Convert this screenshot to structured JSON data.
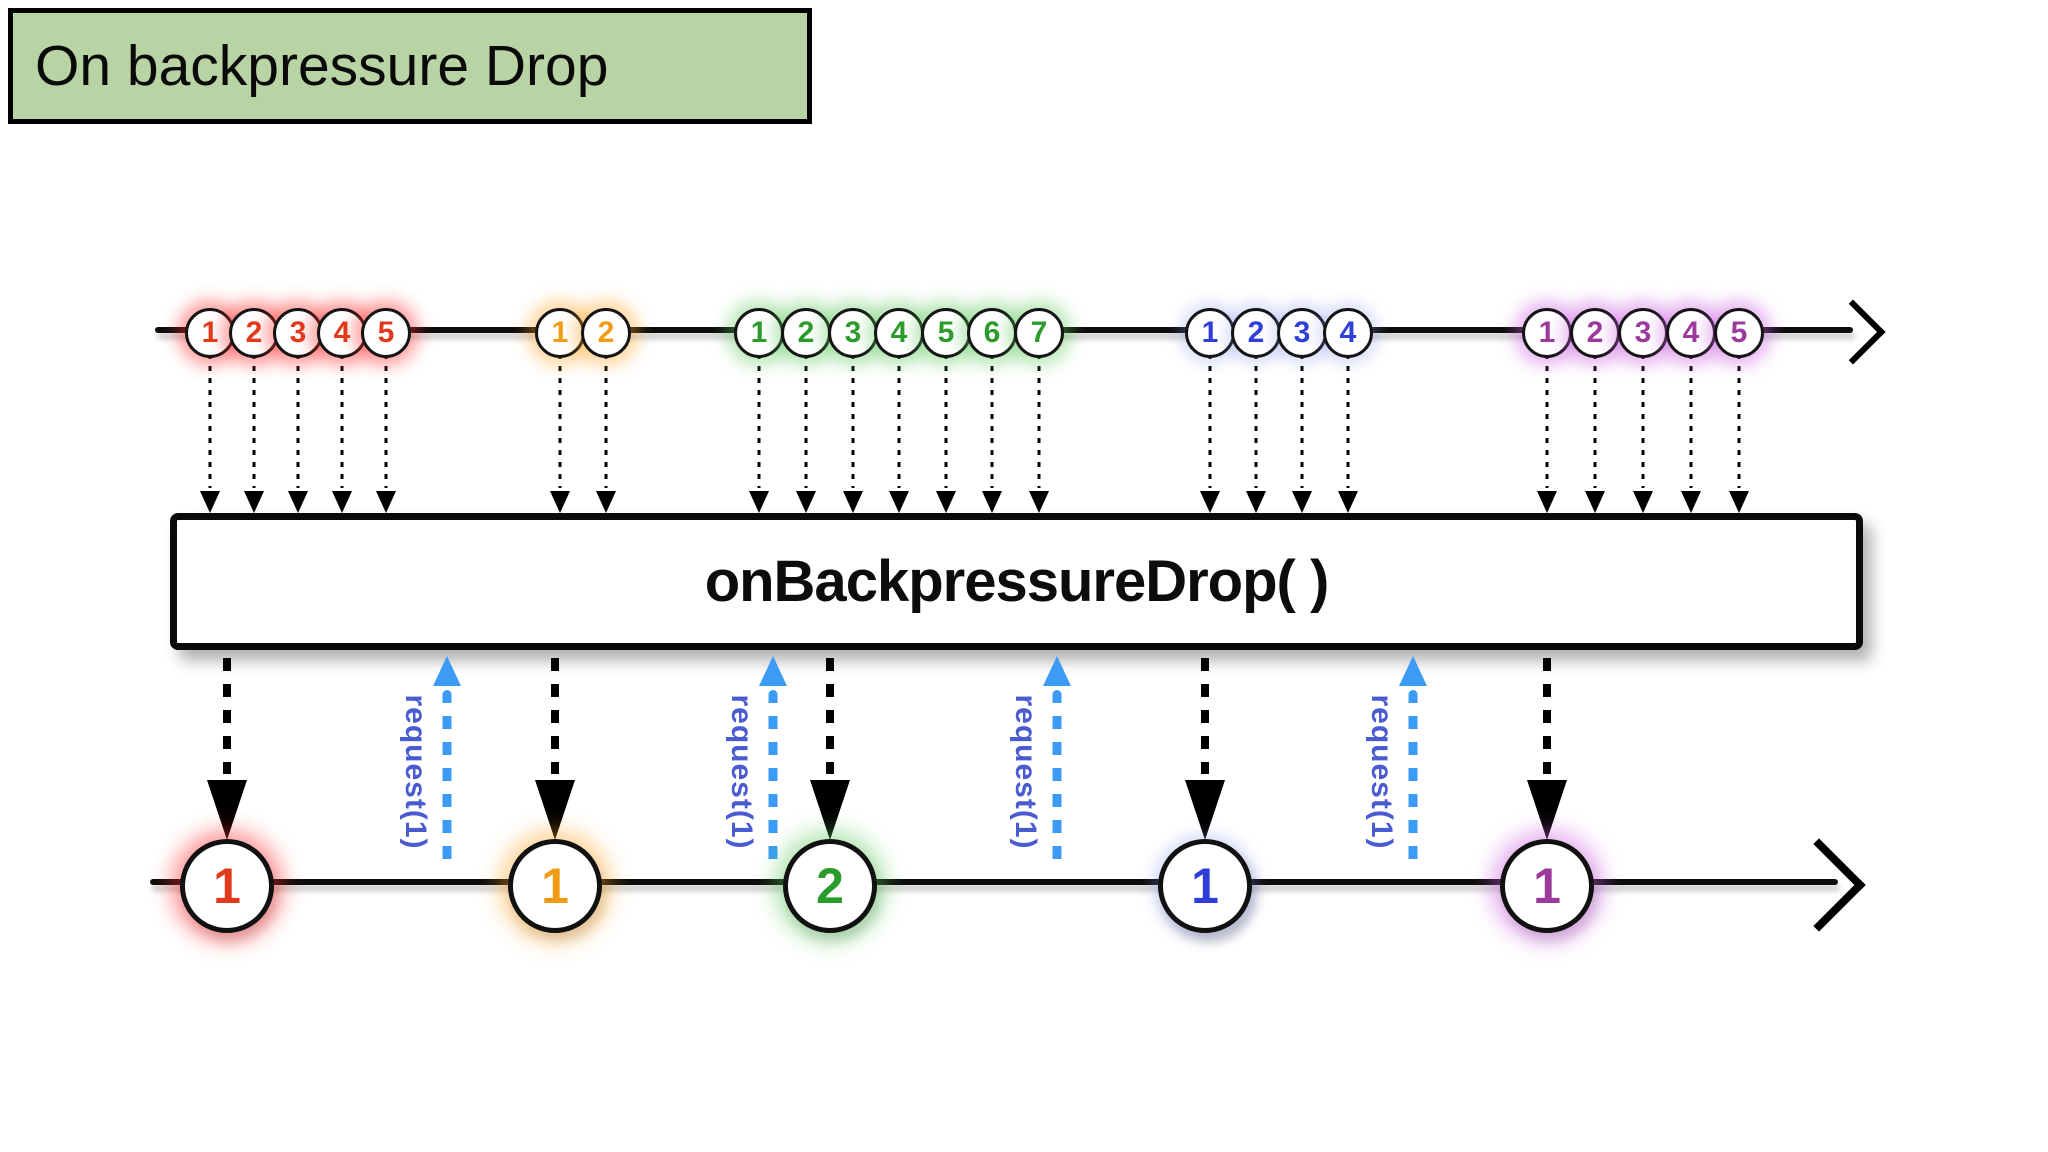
{
  "title": {
    "label": "On backpressure Drop"
  },
  "operator": {
    "label": "onBackpressureDrop( )"
  },
  "request_arrow": {
    "label": "request(1)",
    "count": 4
  },
  "colors": {
    "title_bg": "#b8d4a4",
    "red": "#e03a1c",
    "orange": "#f29c16",
    "green": "#2b9c2b",
    "blue": "#2f3ed8",
    "purple": "#9b3a9b",
    "request_arrow_blue": "#3b9bf5",
    "request_text_blue": "#4a5bd0",
    "stroke_black": "#111111"
  },
  "source_stream": {
    "groups": [
      {
        "color": "red",
        "values": [
          "1",
          "2",
          "3",
          "4",
          "5"
        ]
      },
      {
        "color": "orange",
        "values": [
          "1",
          "2"
        ]
      },
      {
        "color": "green",
        "values": [
          "1",
          "2",
          "3",
          "4",
          "5",
          "6",
          "7"
        ]
      },
      {
        "color": "blue",
        "values": [
          "1",
          "2",
          "3",
          "4"
        ]
      },
      {
        "color": "purple",
        "values": [
          "1",
          "2",
          "3",
          "4",
          "5"
        ]
      }
    ]
  },
  "output_stream": {
    "marbles": [
      {
        "color": "red",
        "value": "1"
      },
      {
        "color": "orange",
        "value": "1"
      },
      {
        "color": "green",
        "value": "2"
      },
      {
        "color": "blue",
        "value": "1"
      },
      {
        "color": "purple",
        "value": "1"
      }
    ]
  }
}
